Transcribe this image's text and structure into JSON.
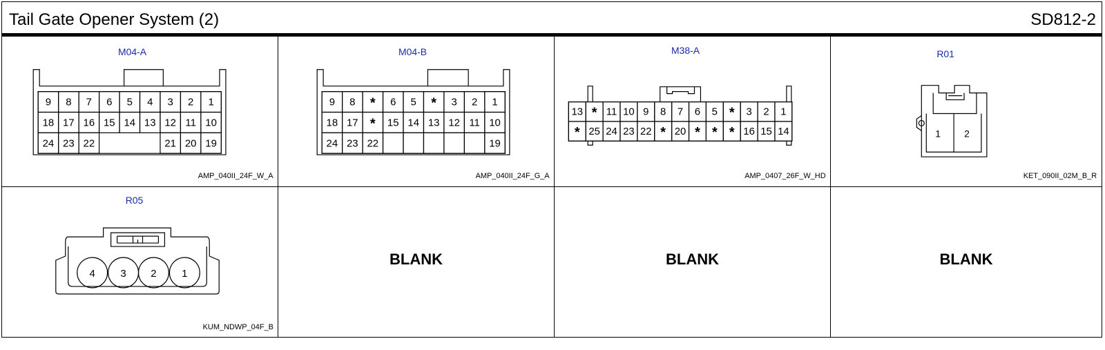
{
  "header": {
    "title": "Tail Gate Opener System (2)",
    "code": "SD812-2"
  },
  "connectors": [
    {
      "name": "M04-A",
      "code": "AMP_040II_24F_W_A",
      "row1": [
        "9",
        "8",
        "7",
        "6",
        "5",
        "4",
        "3",
        "2",
        "1"
      ],
      "row2": [
        "18",
        "17",
        "16",
        "15",
        "14",
        "13",
        "12",
        "11",
        "10"
      ],
      "row3": [
        "24",
        "23",
        "22",
        "",
        "",
        "",
        "21",
        "20",
        "19"
      ]
    },
    {
      "name": "M04-B",
      "code": "AMP_040II_24F_G_A",
      "row1": [
        "9",
        "8",
        "*",
        "6",
        "5",
        "*",
        "3",
        "2",
        "1"
      ],
      "row2": [
        "18",
        "17",
        "*",
        "15",
        "14",
        "13",
        "12",
        "11",
        "10"
      ],
      "row3": [
        "24",
        "23",
        "22",
        "",
        "",
        "",
        "",
        "",
        "19"
      ]
    },
    {
      "name": "M38-A",
      "code": "AMP_0407_26F_W_HD",
      "row1": [
        "13",
        "*",
        "11",
        "10",
        "9",
        "8",
        "7",
        "6",
        "5",
        "*",
        "3",
        "2",
        "1"
      ],
      "row2": [
        "*",
        "25",
        "24",
        "23",
        "22",
        "*",
        "20",
        "*",
        "*",
        "*",
        "16",
        "15",
        "14"
      ]
    },
    {
      "name": "R01",
      "code": "KET_090II_02M_B_R",
      "pins": [
        "1",
        "2"
      ]
    },
    {
      "name": "R05",
      "code": "KUM_NDWP_04F_B",
      "pins": [
        "4",
        "3",
        "2",
        "1"
      ]
    }
  ],
  "blanks": [
    "BLANK",
    "BLANK",
    "BLANK"
  ]
}
